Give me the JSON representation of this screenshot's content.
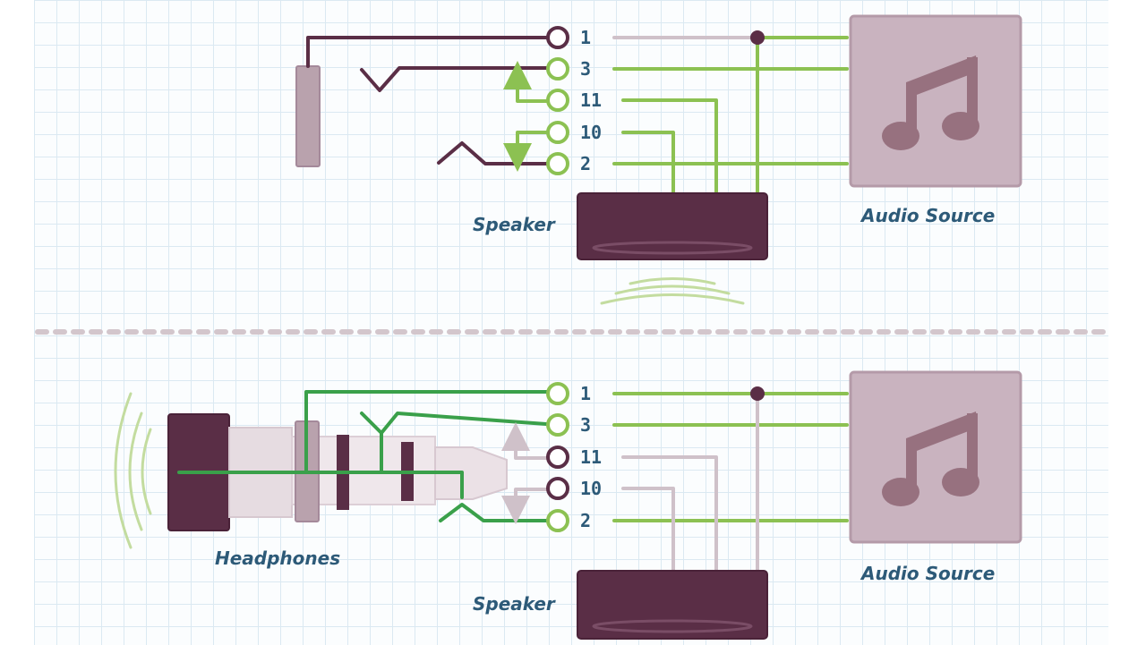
{
  "colors": {
    "active_wire": "#8cc152",
    "active_wire_dark": "#3aa04a",
    "inactive_wire": "#cfc1c9",
    "contact": "#5a2e46",
    "label_text": "#2d5a78",
    "source_box": "#c9b3bf"
  },
  "top_panel": {
    "pins": [
      "1",
      "3",
      "11",
      "10",
      "2"
    ],
    "speaker_label": "Speaker",
    "source_label": "Audio Source",
    "source_icon": "music-note-icon"
  },
  "bottom_panel": {
    "pins": [
      "1",
      "3",
      "11",
      "10",
      "2"
    ],
    "speaker_label": "Speaker",
    "source_label": "Audio Source",
    "headphones_label": "Headphones",
    "source_icon": "music-note-icon"
  }
}
